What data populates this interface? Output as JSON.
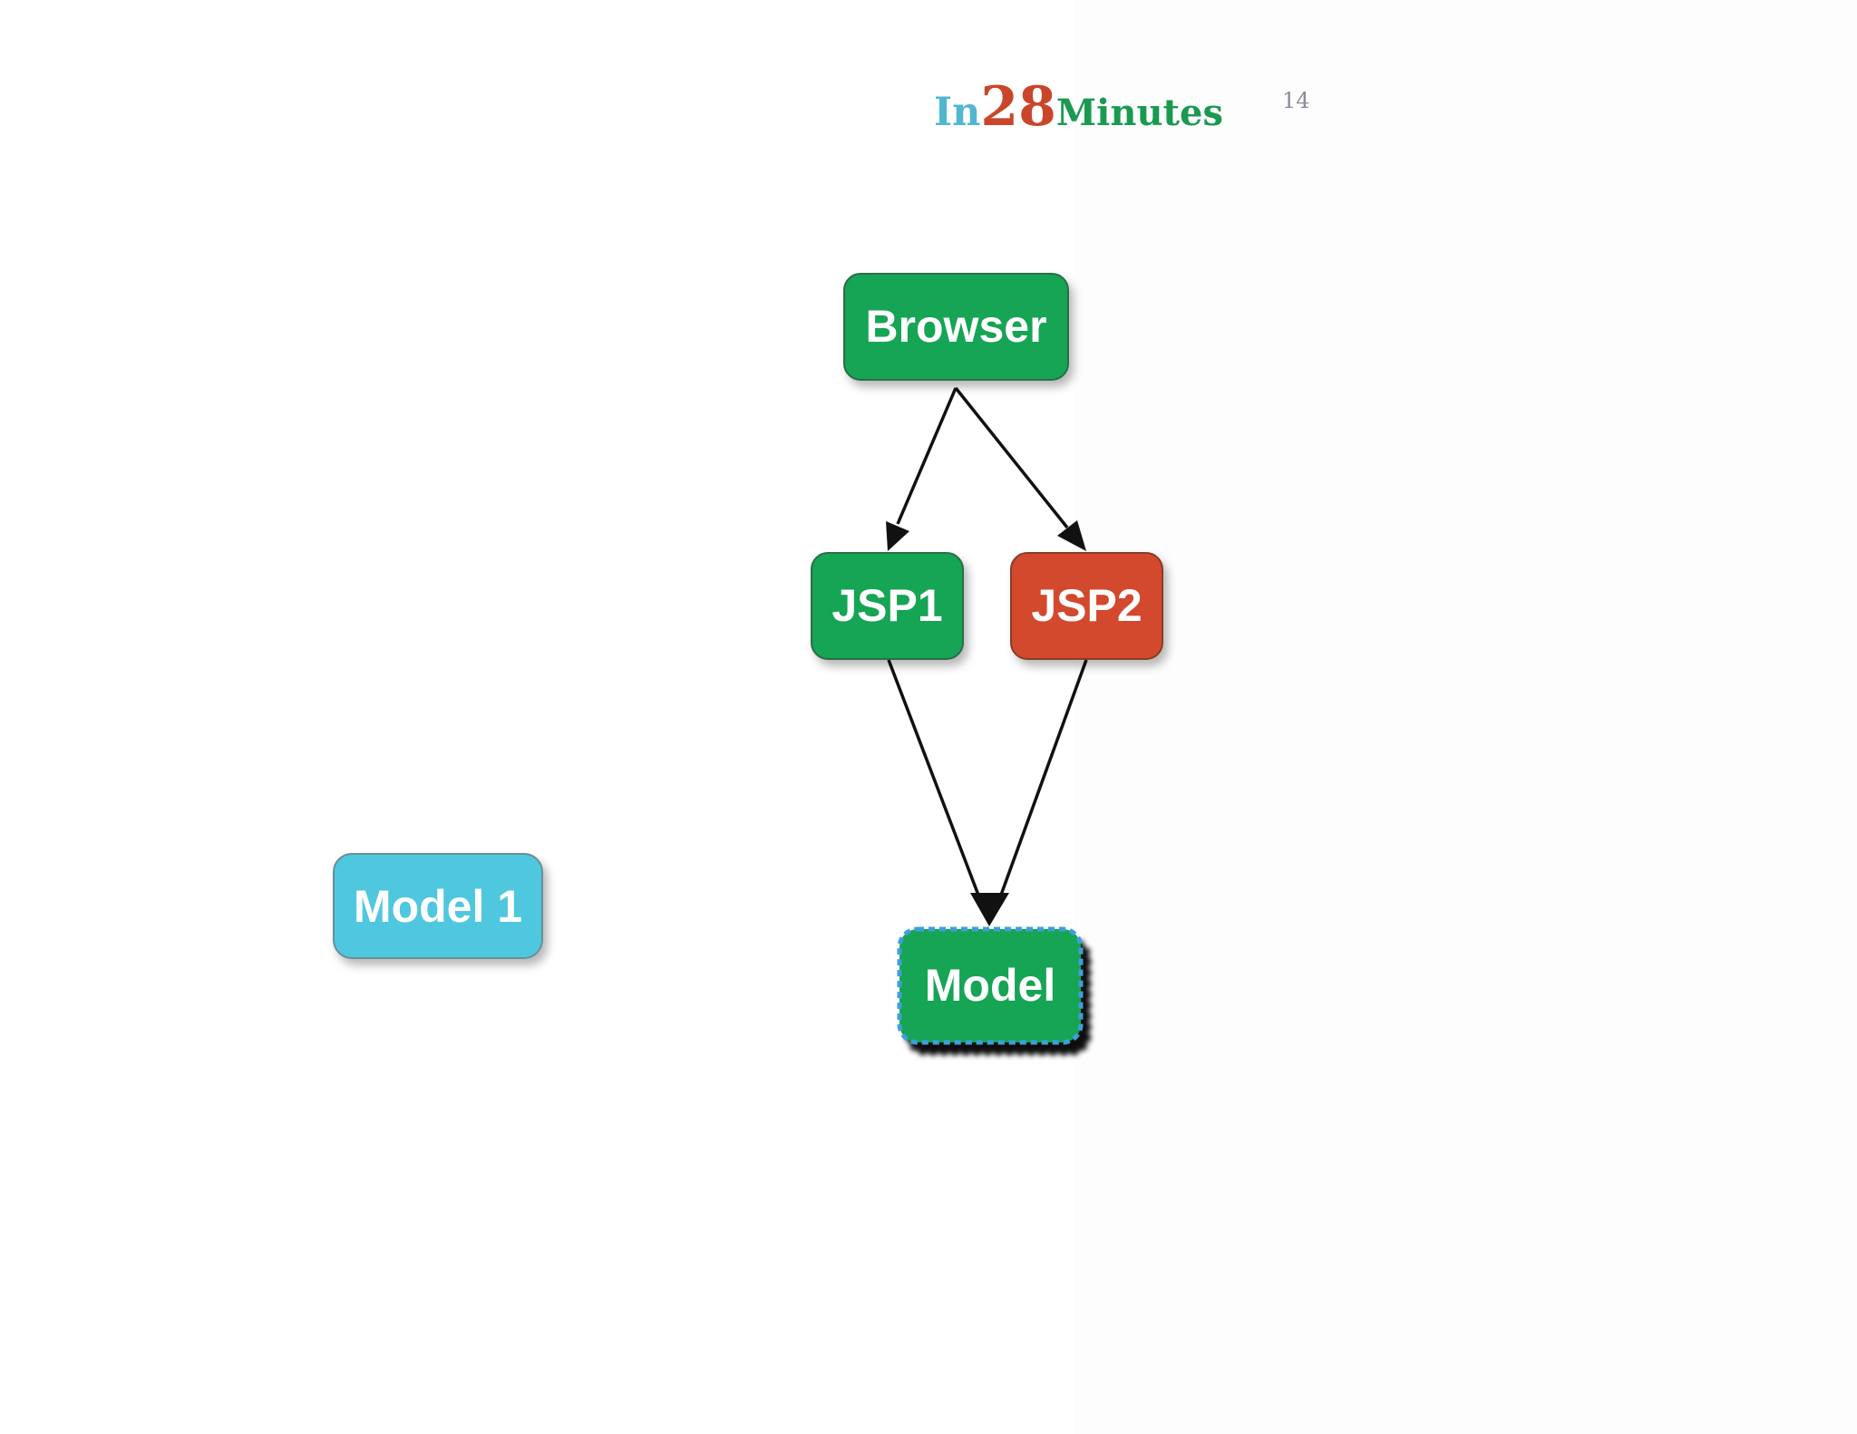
{
  "header": {
    "logo": {
      "part1": "In",
      "part2": "28",
      "part3": "Minutes"
    },
    "page_number": "14"
  },
  "diagram": {
    "nodes": [
      {
        "id": "browser",
        "label": "Browser",
        "color": "#12a455",
        "style": "solid"
      },
      {
        "id": "jsp1",
        "label": "JSP1",
        "color": "#12a455",
        "style": "solid"
      },
      {
        "id": "jsp2",
        "label": "JSP2",
        "color": "#d2492e",
        "style": "solid"
      },
      {
        "id": "model",
        "label": "Model",
        "color": "#12a455",
        "style": "dashed-border",
        "border_color": "#3c9fd8"
      },
      {
        "id": "title",
        "label": "Model 1",
        "color": "#4fc7de",
        "style": "solid"
      }
    ],
    "edges": [
      {
        "from": "browser",
        "to": "jsp1"
      },
      {
        "from": "browser",
        "to": "jsp2"
      },
      {
        "from": "jsp1",
        "to": "model"
      },
      {
        "from": "jsp2",
        "to": "model"
      }
    ]
  },
  "colors": {
    "logo_in": "#4fb7cf",
    "logo_num": "#c9462b",
    "logo_min": "#1a9a4f",
    "edge": "#111111"
  }
}
